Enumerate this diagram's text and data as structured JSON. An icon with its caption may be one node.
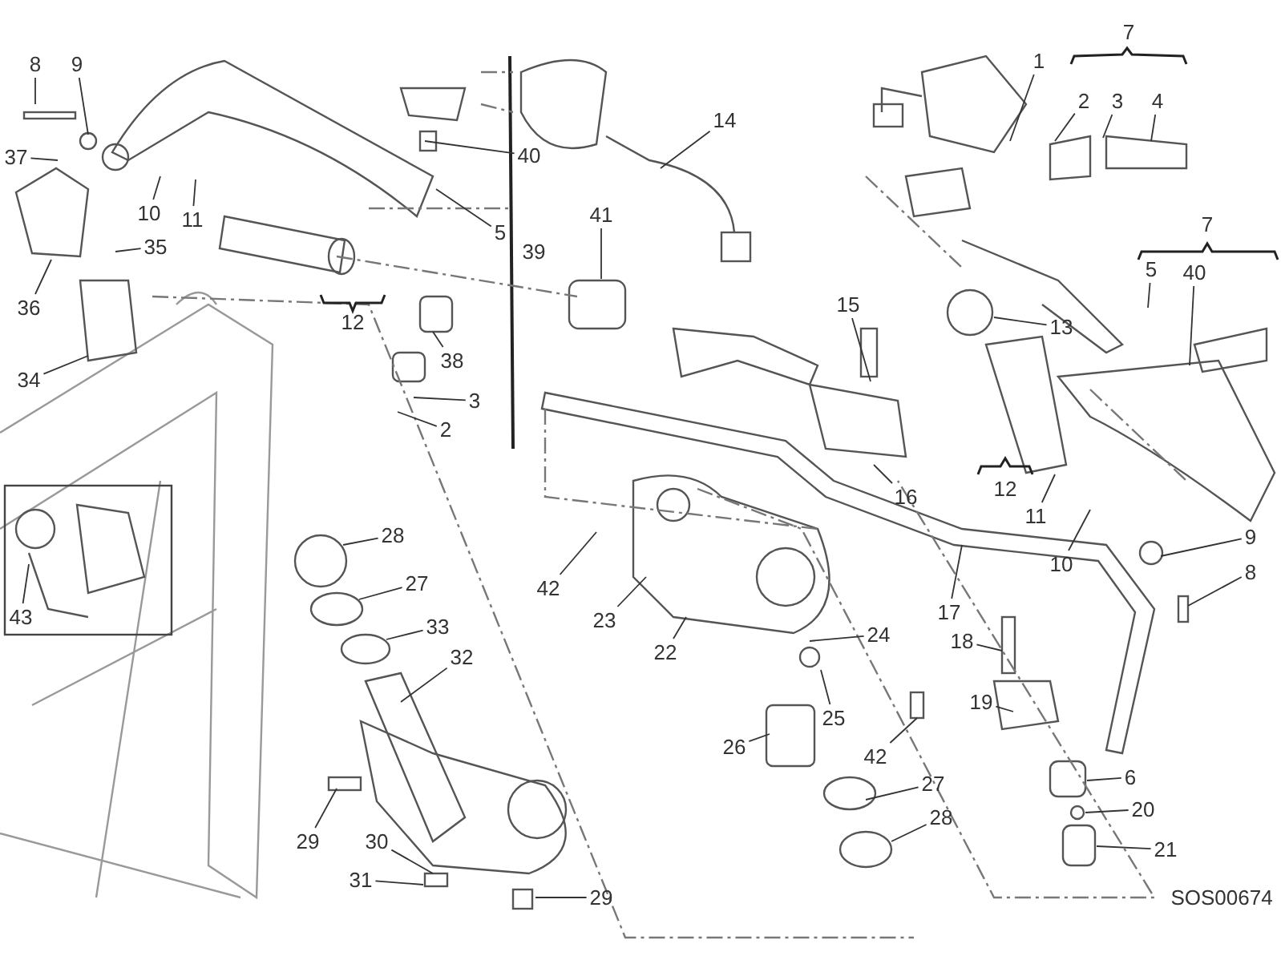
{
  "diagram": {
    "nodes": [
      {
        "text": [
          "8"
        ]
      },
      {
        "text": [
          "9"
        ]
      },
      {
        "text": [
          "37"
        ]
      },
      {
        "text": [
          "10"
        ]
      },
      {
        "text": [
          "11"
        ]
      },
      {
        "text": [
          "35"
        ]
      },
      {
        "text": [
          "36"
        ]
      },
      {
        "text": [
          "34"
        ]
      },
      {
        "text": [
          "40"
        ]
      },
      {
        "text": [
          "5"
        ]
      },
      {
        "text": [
          "38"
        ]
      },
      {
        "text": [
          "3"
        ]
      },
      {
        "text": [
          "2"
        ]
      },
      {
        "text": [
          "43"
        ]
      },
      {
        "text": [
          "14"
        ]
      },
      {
        "text": [
          "41"
        ]
      },
      {
        "text": [
          "1"
        ]
      },
      {
        "text": [
          "2"
        ]
      },
      {
        "text": [
          "3"
        ]
      },
      {
        "text": [
          "4"
        ]
      },
      {
        "text": [
          "5"
        ]
      },
      {
        "text": [
          "40"
        ]
      },
      {
        "text": [
          "15"
        ]
      },
      {
        "text": [
          "13"
        ]
      },
      {
        "text": [
          "16"
        ]
      },
      {
        "text": [
          "11"
        ]
      },
      {
        "text": [
          "10"
        ]
      },
      {
        "text": [
          "9"
        ]
      },
      {
        "text": [
          "8"
        ]
      },
      {
        "text": [
          "17"
        ]
      },
      {
        "text": [
          "18"
        ]
      },
      {
        "text": [
          "19"
        ]
      },
      {
        "text": [
          "42"
        ]
      },
      {
        "text": [
          "23"
        ]
      },
      {
        "text": [
          "22"
        ]
      },
      {
        "text": [
          "24"
        ]
      },
      {
        "text": [
          "25"
        ]
      },
      {
        "text": [
          "42"
        ]
      },
      {
        "text": [
          "26"
        ]
      },
      {
        "text": [
          "27"
        ]
      },
      {
        "text": [
          "28"
        ]
      },
      {
        "text": [
          "6"
        ]
      },
      {
        "text": [
          "20"
        ]
      },
      {
        "text": [
          "21"
        ]
      },
      {
        "text": [
          "28"
        ]
      },
      {
        "text": [
          "27"
        ]
      },
      {
        "text": [
          "33"
        ]
      },
      {
        "text": [
          "32"
        ]
      },
      {
        "text": [
          "29"
        ]
      },
      {
        "text": [
          "30"
        ]
      },
      {
        "text": [
          "31"
        ]
      },
      {
        "text": [
          "29"
        ]
      }
    ],
    "edges": [
      {
        "from": 0,
        "to": null,
        "arrow": "none"
      },
      {
        "from": 1,
        "to": null,
        "arrow": "none"
      },
      {
        "from": 2,
        "to": null,
        "arrow": "none"
      },
      {
        "from": 3,
        "to": null,
        "arrow": "none"
      },
      {
        "from": 4,
        "to": null,
        "arrow": "none"
      },
      {
        "from": 5,
        "to": null,
        "arrow": "none"
      },
      {
        "from": 6,
        "to": null,
        "arrow": "none"
      },
      {
        "from": 7,
        "to": null,
        "arrow": "none"
      },
      {
        "from": 8,
        "to": null,
        "arrow": "none"
      },
      {
        "from": 9,
        "to": null,
        "arrow": "none"
      },
      {
        "from": 10,
        "to": null,
        "arrow": "none"
      },
      {
        "from": 11,
        "to": null,
        "arrow": "none"
      },
      {
        "from": 12,
        "to": null,
        "arrow": "none"
      },
      {
        "from": 13,
        "to": null,
        "arrow": "none"
      },
      {
        "from": 14,
        "to": null,
        "arrow": "none"
      },
      {
        "from": 15,
        "to": null,
        "arrow": "none"
      },
      {
        "from": 16,
        "to": null,
        "arrow": "none"
      },
      {
        "from": 17,
        "to": null,
        "arrow": "none"
      },
      {
        "from": 18,
        "to": null,
        "arrow": "none"
      },
      {
        "from": 19,
        "to": null,
        "arrow": "none"
      },
      {
        "from": 20,
        "to": null,
        "arrow": "none"
      },
      {
        "from": 21,
        "to": null,
        "arrow": "none"
      },
      {
        "from": 22,
        "to": null,
        "arrow": "none"
      },
      {
        "from": 23,
        "to": null,
        "arrow": "none"
      },
      {
        "from": 24,
        "to": null,
        "arrow": "none"
      },
      {
        "from": 25,
        "to": null,
        "arrow": "none"
      },
      {
        "from": 26,
        "to": null,
        "arrow": "none"
      },
      {
        "from": 27,
        "to": null,
        "arrow": "none"
      },
      {
        "from": 28,
        "to": null,
        "arrow": "none"
      },
      {
        "from": 29,
        "to": null,
        "arrow": "none"
      },
      {
        "from": 30,
        "to": null,
        "arrow": "none"
      },
      {
        "from": 31,
        "to": null,
        "arrow": "none"
      },
      {
        "from": 32,
        "to": null,
        "arrow": "none"
      },
      {
        "from": 33,
        "to": null,
        "arrow": "none"
      },
      {
        "from": 34,
        "to": null,
        "arrow": "none"
      },
      {
        "from": 35,
        "to": null,
        "arrow": "none"
      },
      {
        "from": 36,
        "to": null,
        "arrow": "none"
      },
      {
        "from": 37,
        "to": null,
        "arrow": "none"
      },
      {
        "from": 38,
        "to": null,
        "arrow": "none"
      },
      {
        "from": 39,
        "to": null,
        "arrow": "none"
      },
      {
        "from": 40,
        "to": null,
        "arrow": "none"
      },
      {
        "from": 41,
        "to": null,
        "arrow": "none"
      },
      {
        "from": 42,
        "to": null,
        "arrow": "none"
      },
      {
        "from": 43,
        "to": null,
        "arrow": "none"
      },
      {
        "from": 44,
        "to": null,
        "arrow": "none"
      },
      {
        "from": 45,
        "to": null,
        "arrow": "none"
      },
      {
        "from": 46,
        "to": null,
        "arrow": "none"
      },
      {
        "from": 47,
        "to": null,
        "arrow": "none"
      },
      {
        "from": 48,
        "to": null,
        "arrow": "none"
      },
      {
        "from": 49,
        "to": null,
        "arrow": "none"
      },
      {
        "from": 50,
        "to": null,
        "arrow": "none"
      },
      {
        "from": 51,
        "to": null,
        "arrow": "none"
      }
    ],
    "labels": [
      "7",
      "39",
      "7",
      "12",
      "12",
      "SOS00674"
    ]
  }
}
